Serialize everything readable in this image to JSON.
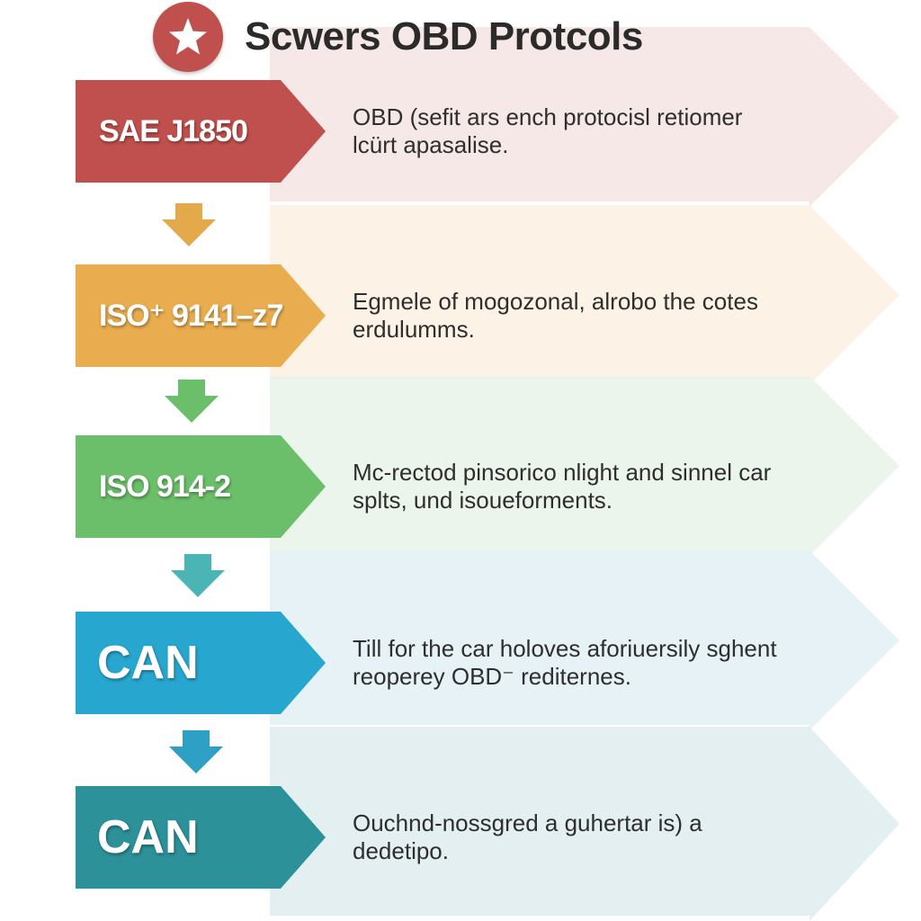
{
  "header": {
    "title": "Scwers OBD Protcols",
    "logo_icon": "star-icon",
    "logo_color": "#c0504d"
  },
  "protocols": [
    {
      "label": "SAE J1850",
      "color": "#c0504d",
      "desc_line1": "OBD (sefit ars ench protocisl retiomer",
      "desc_line2": "lcürt apasalise."
    },
    {
      "label": "ISO⁺ 9141–ᴢ7",
      "color": "#e9ad4f",
      "desc_line1": "Eɡmele of mogozonal, alrobo the cotes",
      "desc_line2": "erdulumms."
    },
    {
      "label": "ISO 914-2",
      "color": "#6cbf6a",
      "desc_line1": "Mc-rectod pinsorico nlight and sinnel car",
      "desc_line2": "splts, und isoueforments."
    },
    {
      "label": "CAN",
      "color": "#27a7cf",
      "desc_line1": "Till for the car holoves aforiuersily sɡhent",
      "desc_line2": "reoperey OBD⁻ rediternes."
    },
    {
      "label": "CAN",
      "color": "#2c9198",
      "desc_line1": "Ouchnd-nossgred a guhertar is) a",
      "desc_line2": "dedetipo."
    }
  ],
  "connector_colors": [
    "#e3a94a",
    "#6cbf6a",
    "#4bb4b4",
    "#2e9fc5"
  ],
  "connector_icon": "arrow-down-icon",
  "backdrop_colors": [
    "#f4e4e2",
    "#fbf0e2",
    "#e9f3e8",
    "#e3f0f5",
    "#dfecee"
  ]
}
